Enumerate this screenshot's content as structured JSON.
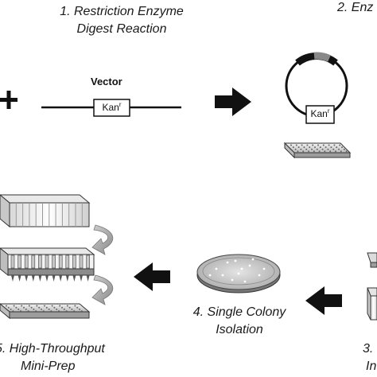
{
  "steps": {
    "step1": {
      "line1": "1. Restriction Enzyme",
      "line2": "Digest Reaction"
    },
    "step2": {
      "line1": "2. Enz"
    },
    "step3": {
      "line1": "3.",
      "line2": "In"
    },
    "step4": {
      "line1": "4. Single Colony",
      "line2": "Isolation"
    },
    "step5": {
      "line1": "5. High-Throughput",
      "line2": "Mini-Prep"
    }
  },
  "vector": {
    "title": "Vector",
    "marker": "Kan",
    "marker_sup": "r"
  },
  "plasmid": {
    "marker": "Kan",
    "marker_sup": "r"
  },
  "plus_sign": "+",
  "colors": {
    "arrow": "#111111",
    "plate": "#e6e6e6",
    "plate_edge": "#333333",
    "dish_agar": "#c9c9c9",
    "curve_arrow": "#9a9a9a"
  }
}
